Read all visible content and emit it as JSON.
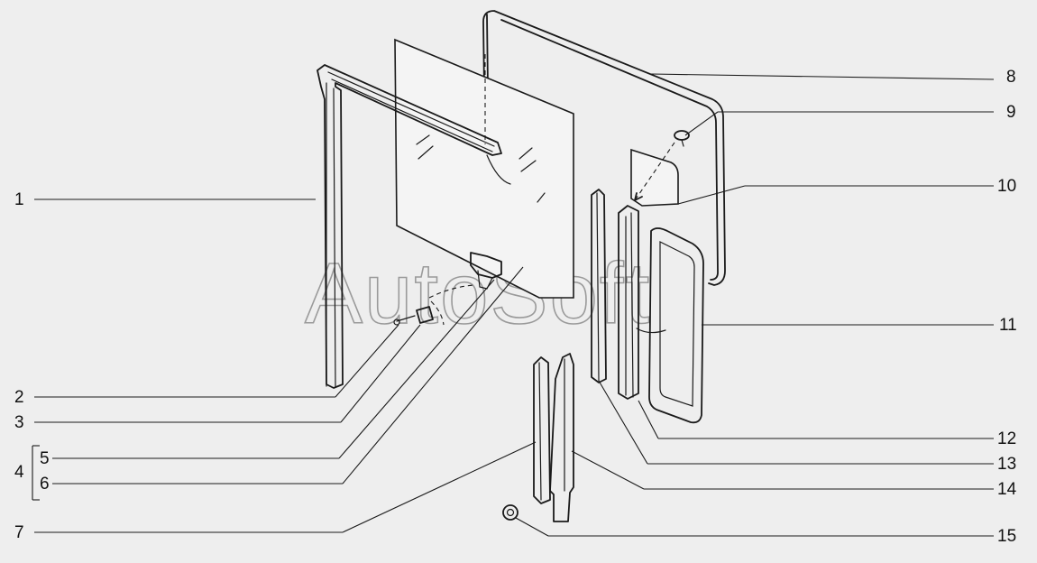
{
  "diagram": {
    "watermark": "AutoSoft",
    "callouts_left": [
      {
        "id": "1",
        "label": "1"
      },
      {
        "id": "2",
        "label": "2"
      },
      {
        "id": "3",
        "label": "3"
      },
      {
        "id": "4",
        "label": "4"
      },
      {
        "id": "5",
        "label": "5"
      },
      {
        "id": "6",
        "label": "6"
      },
      {
        "id": "7",
        "label": "7"
      }
    ],
    "callouts_right": [
      {
        "id": "8",
        "label": "8"
      },
      {
        "id": "9",
        "label": "9"
      },
      {
        "id": "10",
        "label": "10"
      },
      {
        "id": "11",
        "label": "11"
      },
      {
        "id": "12",
        "label": "12"
      },
      {
        "id": "13",
        "label": "13"
      },
      {
        "id": "14",
        "label": "14"
      },
      {
        "id": "15",
        "label": "15"
      }
    ]
  }
}
